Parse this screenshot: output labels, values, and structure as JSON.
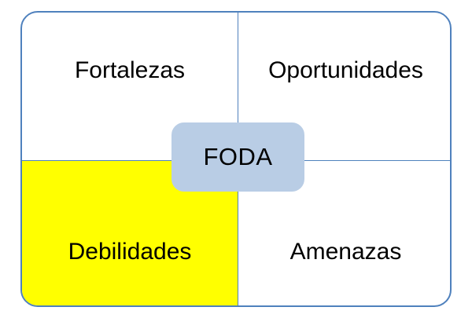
{
  "diagram": {
    "type": "swot-matrix",
    "center_label": "FODA",
    "quadrants": [
      {
        "id": "fortalezas",
        "label": "Fortalezas",
        "position": "top-left",
        "fill": "#ffffff",
        "highlighted": false
      },
      {
        "id": "oportunidades",
        "label": "Oportunidades",
        "position": "top-right",
        "fill": "#ffffff",
        "highlighted": false
      },
      {
        "id": "debilidades",
        "label": "Debilidades",
        "position": "bottom-left",
        "fill": "#ffff00",
        "highlighted": true
      },
      {
        "id": "amenazas",
        "label": "Amenazas",
        "position": "bottom-right",
        "fill": "#ffffff",
        "highlighted": false
      }
    ],
    "colors": {
      "border": "#4f81bd",
      "divider": "#4f81bd",
      "highlight": "#ffff00",
      "center_fill": "#b9cde5",
      "text": "#000000",
      "background": "#ffffff"
    }
  }
}
